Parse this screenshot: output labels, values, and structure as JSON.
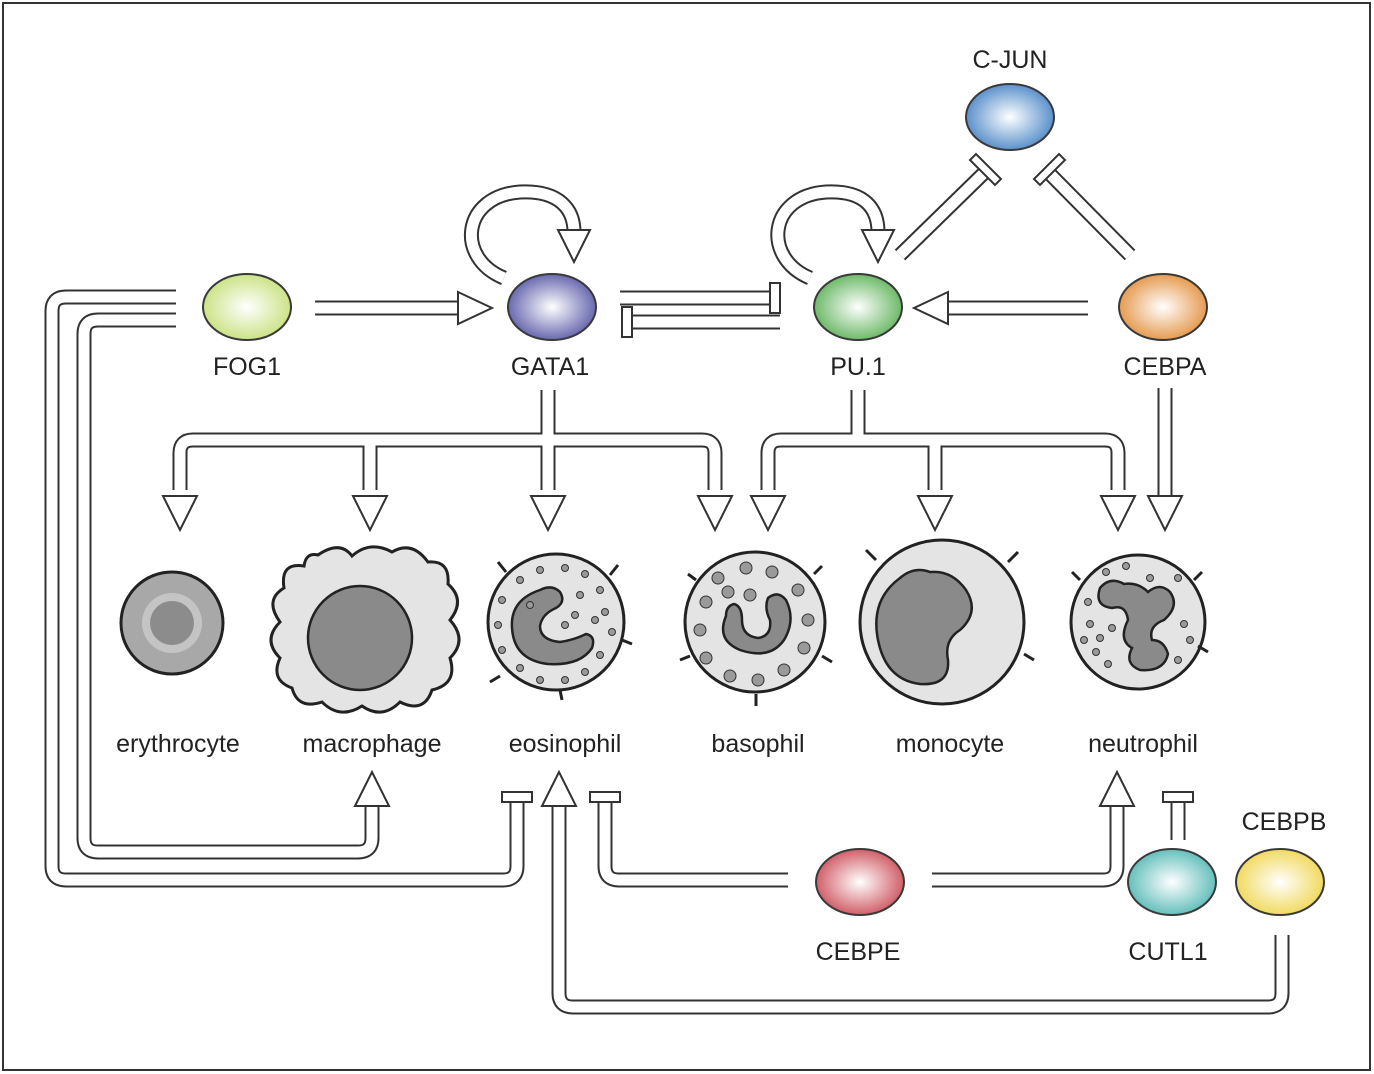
{
  "factors": [
    {
      "id": "fog1",
      "label": "FOG1",
      "color": "#c6e07a"
    },
    {
      "id": "gata1",
      "label": "GATA1",
      "color": "#5a5aa8"
    },
    {
      "id": "pu1",
      "label": "PU.1",
      "color": "#5fb35a"
    },
    {
      "id": "cebpa",
      "label": "CEBPA",
      "color": "#e3913f"
    },
    {
      "id": "cjun",
      "label": "C-JUN",
      "color": "#4a86c6"
    },
    {
      "id": "cebpe",
      "label": "CEBPE",
      "color": "#cc4f5a"
    },
    {
      "id": "cutl1",
      "label": "CUTL1",
      "color": "#55b9b5"
    },
    {
      "id": "cebpb",
      "label": "CEBPB",
      "color": "#f0d650"
    }
  ],
  "cells": [
    {
      "id": "erythrocyte",
      "label": "erythrocyte"
    },
    {
      "id": "macrophage",
      "label": "macrophage"
    },
    {
      "id": "eosinophil",
      "label": "eosinophil"
    },
    {
      "id": "basophil",
      "label": "basophil"
    },
    {
      "id": "monocyte",
      "label": "monocyte"
    },
    {
      "id": "neutrophil",
      "label": "neutrophil"
    }
  ],
  "interactions": [
    {
      "from": "FOG1",
      "to": "GATA1",
      "type": "activates"
    },
    {
      "from": "GATA1",
      "to": "GATA1",
      "type": "activates"
    },
    {
      "from": "PU.1",
      "to": "PU.1",
      "type": "activates"
    },
    {
      "from": "GATA1",
      "to": "PU.1",
      "type": "inhibits"
    },
    {
      "from": "PU.1",
      "to": "GATA1",
      "type": "inhibits"
    },
    {
      "from": "CEBPA",
      "to": "PU.1",
      "type": "activates"
    },
    {
      "from": "PU.1",
      "to": "C-JUN",
      "type": "inhibits"
    },
    {
      "from": "CEBPA",
      "to": "C-JUN",
      "type": "inhibits"
    },
    {
      "from": "GATA1",
      "to": "erythrocyte",
      "type": "activates"
    },
    {
      "from": "GATA1",
      "to": "macrophage",
      "type": "activates"
    },
    {
      "from": "GATA1",
      "to": "eosinophil",
      "type": "activates"
    },
    {
      "from": "GATA1",
      "to": "basophil",
      "type": "activates"
    },
    {
      "from": "PU.1",
      "to": "basophil",
      "type": "activates"
    },
    {
      "from": "PU.1",
      "to": "monocyte",
      "type": "activates"
    },
    {
      "from": "PU.1",
      "to": "neutrophil",
      "type": "activates"
    },
    {
      "from": "CEBPA",
      "to": "neutrophil",
      "type": "activates"
    },
    {
      "from": "FOG1",
      "to": "macrophage",
      "type": "activates"
    },
    {
      "from": "FOG1",
      "to": "eosinophil",
      "type": "inhibits"
    },
    {
      "from": "CEBPE",
      "to": "eosinophil",
      "type": "inhibits"
    },
    {
      "from": "CEBPE",
      "to": "neutrophil",
      "type": "activates"
    },
    {
      "from": "CUTL1",
      "to": "neutrophil",
      "type": "inhibits"
    },
    {
      "from": "CEBPB",
      "to": "eosinophil",
      "type": "activates"
    }
  ]
}
